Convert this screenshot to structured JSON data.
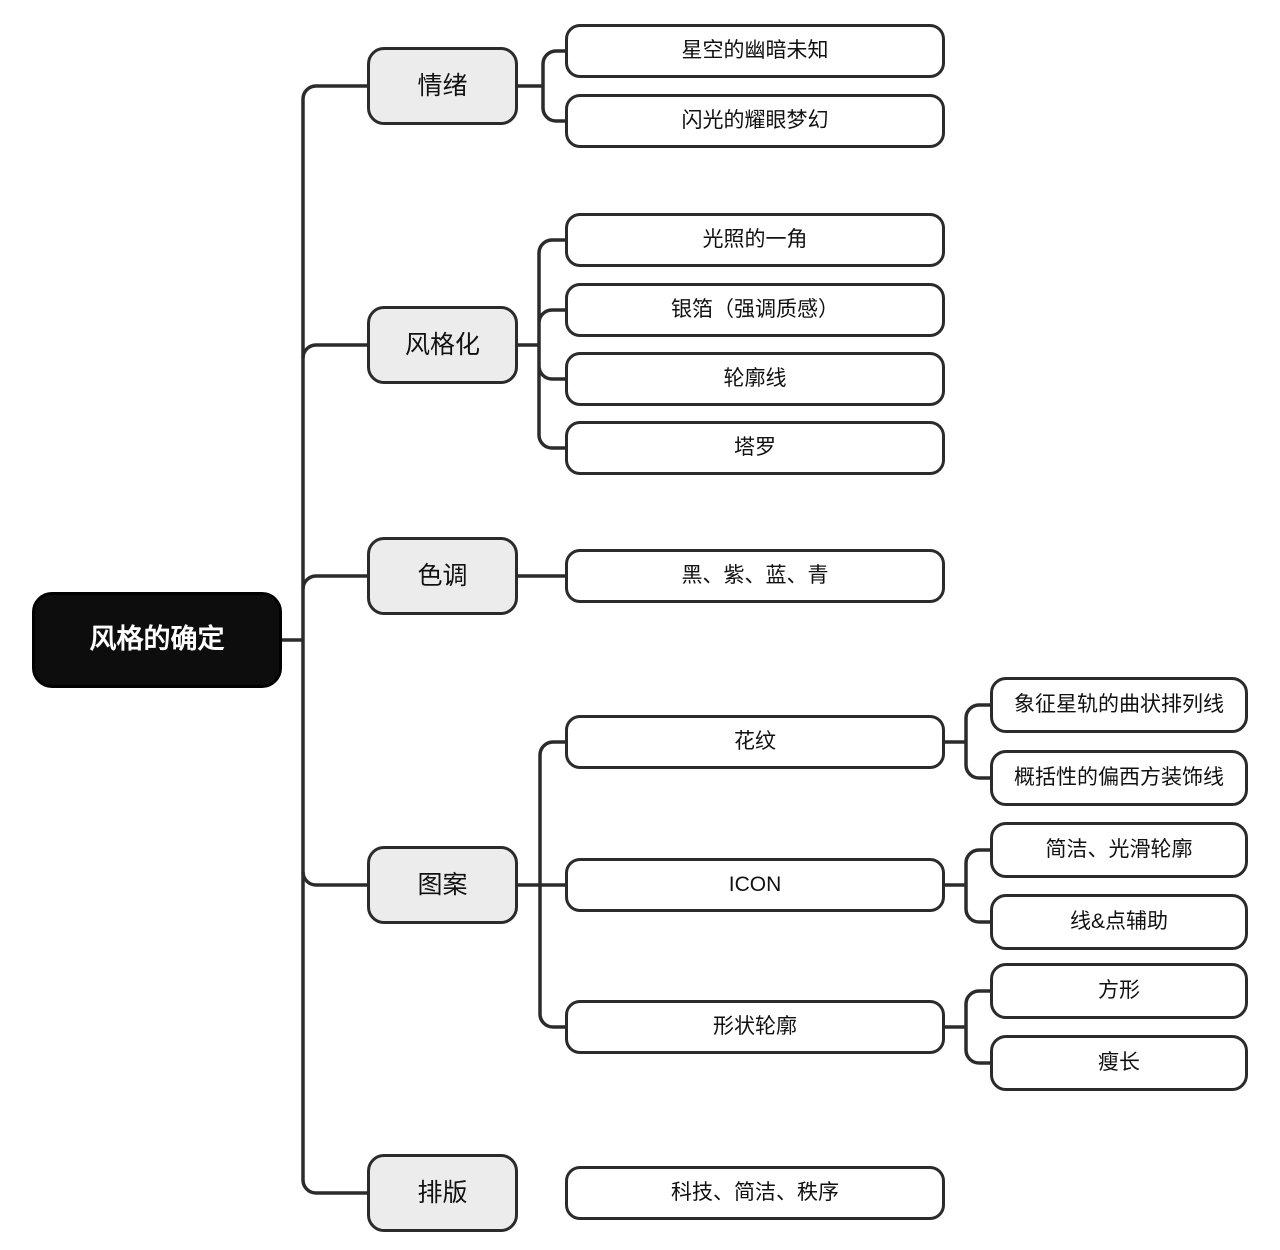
{
  "title": "风格的确定",
  "root": {
    "label": "风格的确定"
  },
  "branches": [
    {
      "label": "情绪",
      "children": [
        {
          "label": "星空的幽暗未知"
        },
        {
          "label": "闪光的耀眼梦幻"
        }
      ]
    },
    {
      "label": "风格化",
      "children": [
        {
          "label": "光照的一角"
        },
        {
          "label": "银箔（强调质感）"
        },
        {
          "label": "轮廓线"
        },
        {
          "label": "塔罗"
        }
      ]
    },
    {
      "label": "色调",
      "children": [
        {
          "label": "黑、紫、蓝、青"
        }
      ]
    },
    {
      "label": "图案",
      "children": [
        {
          "label": "花纹",
          "children": [
            {
              "label": "象征星轨的曲状排列线"
            },
            {
              "label": "概括性的偏西方装饰线"
            }
          ]
        },
        {
          "label": "ICON",
          "children": [
            {
              "label": "简洁、光滑轮廓"
            },
            {
              "label": "线&点辅助"
            }
          ]
        },
        {
          "label": "形状轮廓",
          "children": [
            {
              "label": "方形"
            },
            {
              "label": "瘦长"
            }
          ]
        }
      ]
    },
    {
      "label": "排版",
      "children": [
        {
          "label": "科技、简洁、秩序"
        }
      ]
    }
  ],
  "colors": {
    "background": "#ffffff",
    "outline": "#2b2b2b",
    "root_fill": "#0d0d0d",
    "root_text": "#ffffff",
    "branch_fill": "#ececec",
    "node_fill": "#ffffff",
    "text": "#111111",
    "connector": "#2b2b2b"
  }
}
